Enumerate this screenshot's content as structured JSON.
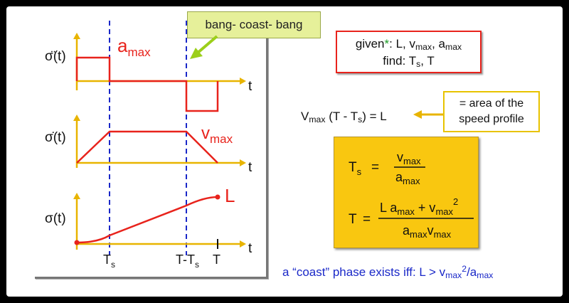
{
  "callout": {
    "text": "bang- coast- bang"
  },
  "plots": {
    "accel": {
      "ylabel_sym": "σ̈(t)",
      "xlabel": "t",
      "curve_label": "a",
      "curve_label_sub": "max"
    },
    "speed": {
      "ylabel_sym": "σ̇(t)",
      "xlabel": "t",
      "curve_label": "v",
      "curve_label_sub": "max"
    },
    "pos": {
      "ylabel_sym": "σ(t)",
      "xlabel": "t",
      "curve_label": "L"
    }
  },
  "time_ticks": {
    "ts": "T",
    "ts_sub": "s",
    "t_minus": "T-T",
    "t_minus_sub": "s",
    "t_end": "T"
  },
  "given_box": {
    "given_word": "given",
    "star": "*",
    "given_rest": ": L, v",
    "vmax_sub": "max",
    "comma_a": ", a",
    "amax_sub": "max",
    "find_word": "find: T",
    "ts_sub": "s",
    "find_tail": ", T"
  },
  "equation": {
    "lhs_v": "V",
    "lhs_sub": "max",
    "lhs_mid": " (T - T",
    "lhs_ts_sub": "s",
    "rhs": ") = L"
  },
  "area_note": {
    "line1": "= area of the",
    "line2": "speed profile"
  },
  "formulas": {
    "ts_lhs": "T",
    "ts_lhs_sub": "s",
    "eq": "=",
    "ts_num": "v",
    "ts_num_sub": "max",
    "ts_den": "a",
    "ts_den_sub": "max",
    "t_lhs": "T",
    "t_num_a": "L a",
    "t_num_a_sub": "max",
    "t_num_plus": " + v",
    "t_num_v_sub": "max",
    "t_num_sup": "2",
    "t_den_a": "a",
    "t_den_a_sub": "max",
    "t_den_v": "v",
    "t_den_v_sub": "max"
  },
  "coast_note": {
    "text": "a “coast” phase exists iff: L > v",
    "v_sub": "max",
    "sup": "2",
    "slash": "/a",
    "a_sub": "max"
  },
  "colors": {
    "axis": "#e8b400",
    "curve": "#e8231c",
    "dash": "#1a28c8",
    "callout_arrow": "#9ccf1a",
    "formula_bg": "#f9c710"
  }
}
